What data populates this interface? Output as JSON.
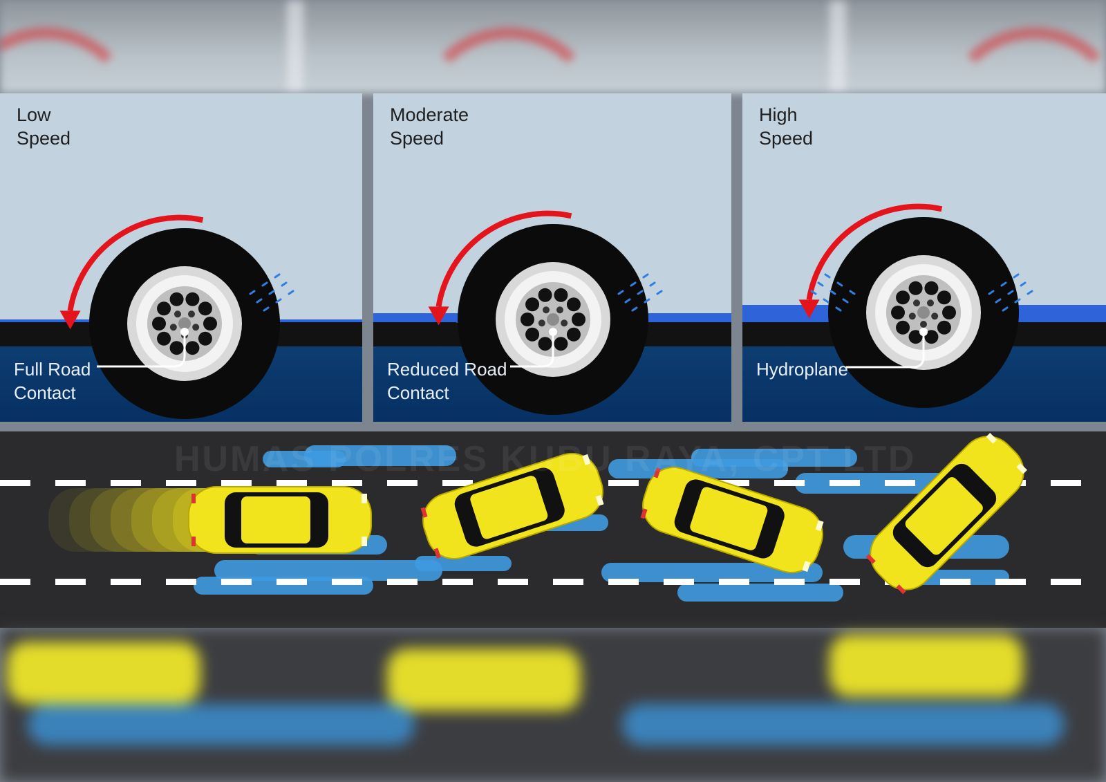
{
  "panels": [
    {
      "speed_label": "Low\nSpeed",
      "contact_label": "Full Road\nContact"
    },
    {
      "speed_label": "Moderate\nSpeed",
      "contact_label": "Reduced Road\nContact"
    },
    {
      "speed_label": "High\nSpeed",
      "contact_label": "Hydroplane"
    }
  ],
  "watermark": "HUMAS POLRES KUBU RAYA, CPT LTD",
  "colors": {
    "sky": "#c2d3df",
    "water": "#2f63d9",
    "road": "#121212",
    "base": "#0a376b",
    "arrow": "#e3141c",
    "tire": "#0b0b0b",
    "car": "#f2e41c",
    "puddle": "#3f9ae0"
  }
}
